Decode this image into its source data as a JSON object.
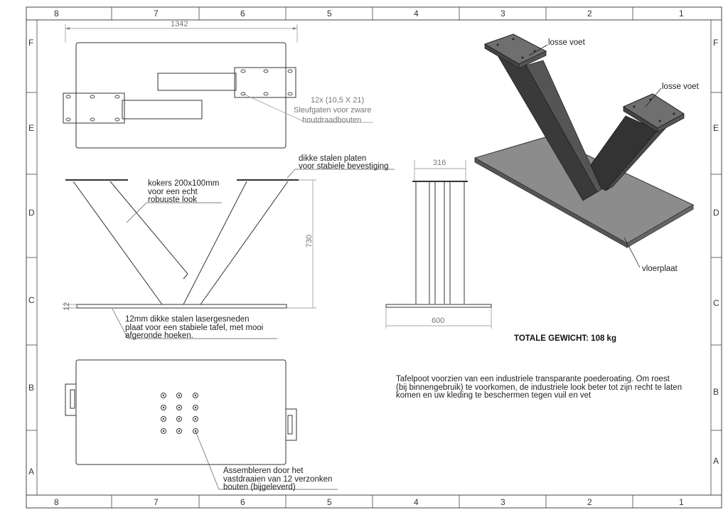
{
  "border": {
    "columns": [
      "8",
      "7",
      "6",
      "5",
      "4",
      "3",
      "2",
      "1"
    ],
    "rows": [
      "F",
      "E",
      "D",
      "C",
      "B",
      "A"
    ]
  },
  "top_view": {
    "width_dim": "1342",
    "slot_note": [
      "12x (10,5 X 21)",
      "Sleufgaten voor zware",
      "houtdraadbouten"
    ]
  },
  "front_view": {
    "plate_note": [
      "dikke stalen platen",
      "voor stabiele bevestiging"
    ],
    "tube_note": [
      "kokers 200x100mm",
      "voor een echt",
      "robuuste look"
    ],
    "height_dim": "730",
    "thickness_dim": "12",
    "base_note": [
      "12mm dikke stalen lasergesneden",
      "plaat voor een stabiele tafel, met mooi",
      "afgeronde hoeken."
    ]
  },
  "side_view": {
    "top_dim": "316",
    "bottom_dim": "600"
  },
  "iso_view": {
    "label_foot_1": "losse voet",
    "label_foot_2": "losse voet",
    "label_floor": "vloerplaat"
  },
  "weight": "TOTALE GEWICHT: 108 kg",
  "description": [
    "Tafelpoot voorzien van een industriele transparante poederoating. Om roest",
    "(bij binnengebruik) te voorkomen, de industriele look beter tot zijn recht te laten",
    "komen en uw kleding te beschermen tegen vuil en vet"
  ],
  "bottom_view": {
    "bolt_note": [
      "Assembleren door het",
      "vastdraaien van 12 verzonken",
      "bouten (bijgeleverd)"
    ]
  }
}
